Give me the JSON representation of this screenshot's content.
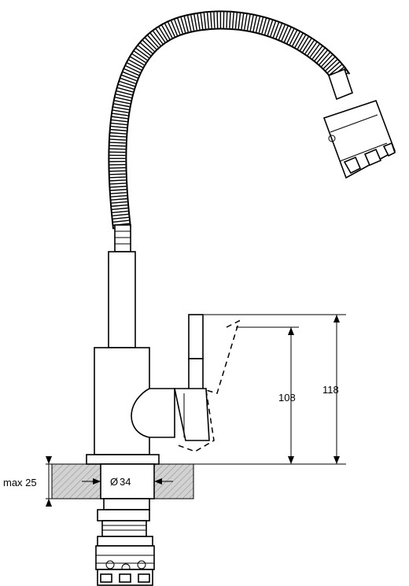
{
  "dimensions": {
    "total_height": "118",
    "handle_height": "108",
    "max_thickness": "max 25",
    "hole_diameter": "34",
    "diameter_symbol": "Ø"
  },
  "colors": {
    "line": "#000000",
    "hatch": "#bdbdbd",
    "background": "#ffffff"
  }
}
